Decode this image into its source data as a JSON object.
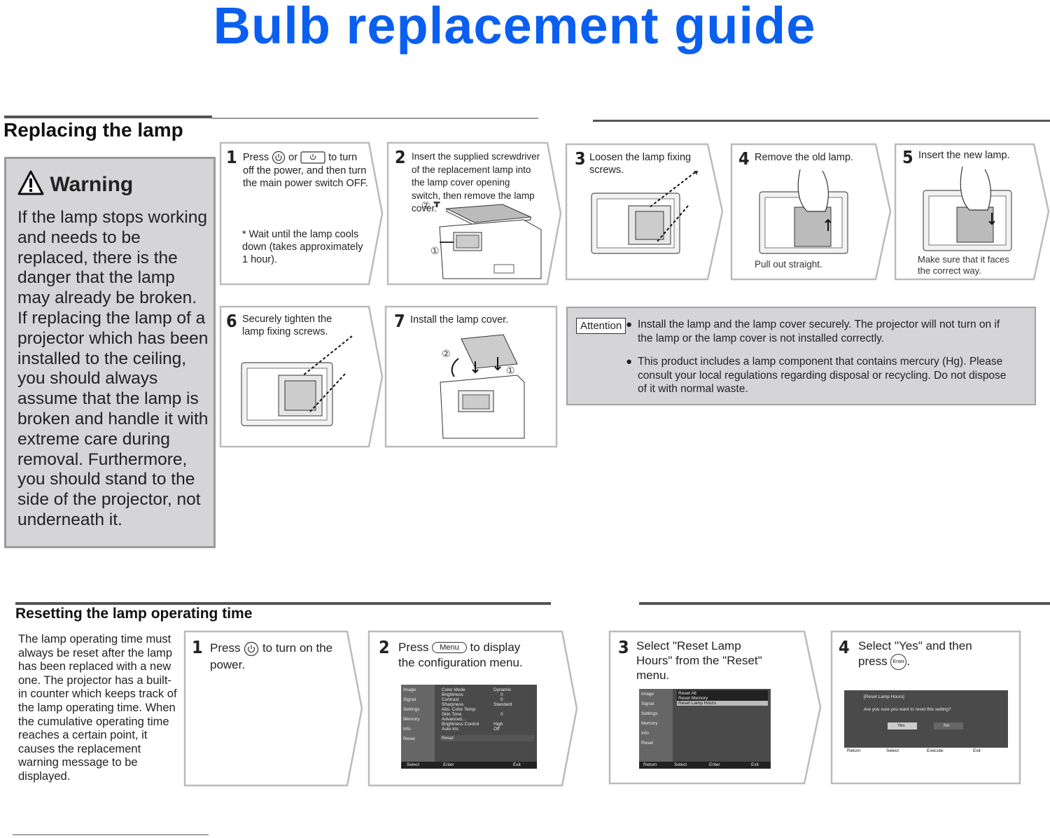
{
  "title": "Bulb replacement guide",
  "replacing": {
    "heading": "Replacing the lamp",
    "warning_heading": "Warning",
    "warning_text": "If the lamp stops working and needs to be replaced, there is the danger that the lamp may already be broken. If replacing the lamp of a projector which has been installed to the ceiling, you should always assume that the lamp is broken and handle it with extreme care during removal. Furthermore, you should stand to the side of the projector, not underneath it.",
    "steps": [
      {
        "num": "1",
        "text_a": "Press",
        "text_b": "or",
        "text_c": "to",
        "text_d": "turn off the power, and then turn the main power switch OFF.",
        "note": "* Wait until the lamp cools down (takes approximately 1 hour)."
      },
      {
        "num": "2",
        "text": "Insert the supplied screwdriver of the replacement lamp into the lamp cover opening switch, then remove the lamp cover.",
        "marker_1": "①",
        "marker_2": "②"
      },
      {
        "num": "3",
        "text": "Loosen the lamp fixing screws."
      },
      {
        "num": "4",
        "text": "Remove the old lamp.",
        "caption": "Pull out straight."
      },
      {
        "num": "5",
        "text": "Insert the new lamp.",
        "caption": "Make sure that it faces the correct way."
      },
      {
        "num": "6",
        "text": "Securely tighten the lamp fixing screws."
      },
      {
        "num": "7",
        "text": "Install the lamp cover.",
        "marker_1": "①",
        "marker_2": "②"
      }
    ],
    "attention": {
      "label": "Attention",
      "bullets": [
        "Install the lamp and the lamp cover securely. The projector will not turn on if the lamp or the lamp cover is not installed correctly.",
        "This product includes a lamp component that contains mercury (Hg). Please consult your local regulations regarding disposal or recycling. Do not dispose of it with normal waste."
      ]
    }
  },
  "resetting": {
    "heading": "Resetting the lamp operating time",
    "intro": "The lamp operating time must always be reset after the lamp has been replaced with a new one. The projector has a built-in counter which keeps track of the lamp operating time. When the cumulative operating time reaches a certain point, it causes the replacement warning message to be displayed.",
    "steps": [
      {
        "num": "1",
        "text_a": "Press",
        "text_b": "to turn on the power."
      },
      {
        "num": "2",
        "text_a": "Press",
        "button": "Menu",
        "text_b": "to display the configuration menu."
      },
      {
        "num": "3",
        "text": "Select \"Reset Lamp Hours\" from the \"Reset\" menu."
      },
      {
        "num": "4",
        "text_a": "Select \"Yes\" and then press",
        "button": "Enter",
        "text_b": "."
      }
    ],
    "menu_screen": {
      "tabs": [
        "Image",
        "Signal",
        "Settings",
        "Memory",
        "Info",
        "Reset"
      ],
      "items": [
        "Color Mode",
        "Brightness",
        "Contrast",
        "Sharpness",
        "Abs. Color Temp.",
        "Skin Tone",
        "Advanced...",
        "Brightness Control",
        "Auto Iris"
      ],
      "values": [
        "Dynamic",
        "0",
        "0",
        "Standard",
        "",
        "0",
        "",
        "High",
        "Off"
      ],
      "reset_item": "Reset",
      "footer": [
        "Select",
        "Enter",
        "Exit"
      ]
    },
    "reset_screen": {
      "items": [
        "Reset All",
        "Reset Memory",
        "Reset Lamp Hours"
      ],
      "footer": [
        "Return",
        "Select",
        "Enter",
        "Exit"
      ]
    },
    "confirm_screen": {
      "title": "[Reset Lamp Hours]",
      "question": "Are you sure you want to reset this setting?",
      "yes": "Yes",
      "no": "No",
      "footer": [
        "Return",
        "Select",
        "Execute",
        "Exit"
      ]
    }
  },
  "colors": {
    "title_blue": "#0a5ff0",
    "panel_gray": "#d5d5d7",
    "rule_gray": "#555555"
  }
}
